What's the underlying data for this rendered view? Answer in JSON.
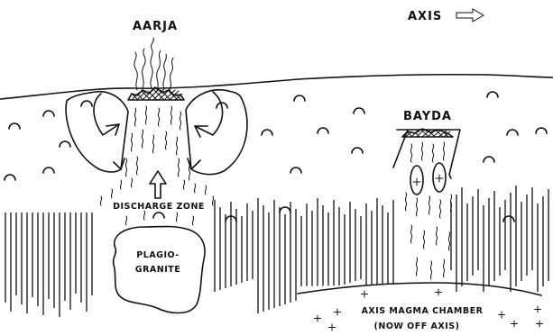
{
  "labels": {
    "aarja": "AARJA",
    "axis": "AXIS",
    "bayda": "BAYDA",
    "discharge_zone": "DISCHARGE ZONE",
    "plagiogranite_line1": "PLAGIO-",
    "plagiogranite_line2": "GRANITE",
    "axis_magma_chamber": "AXIS MAGMA CHAMBER",
    "now_off_axis": "(NOW OFF AXIS)"
  },
  "icons": {
    "axis_arrow": "right-arrow-outline",
    "upflow_arrow": "up-arrow-outline",
    "plus_marks": "plus"
  },
  "colors": {
    "ink": "#111111",
    "background": "#ffffff"
  }
}
